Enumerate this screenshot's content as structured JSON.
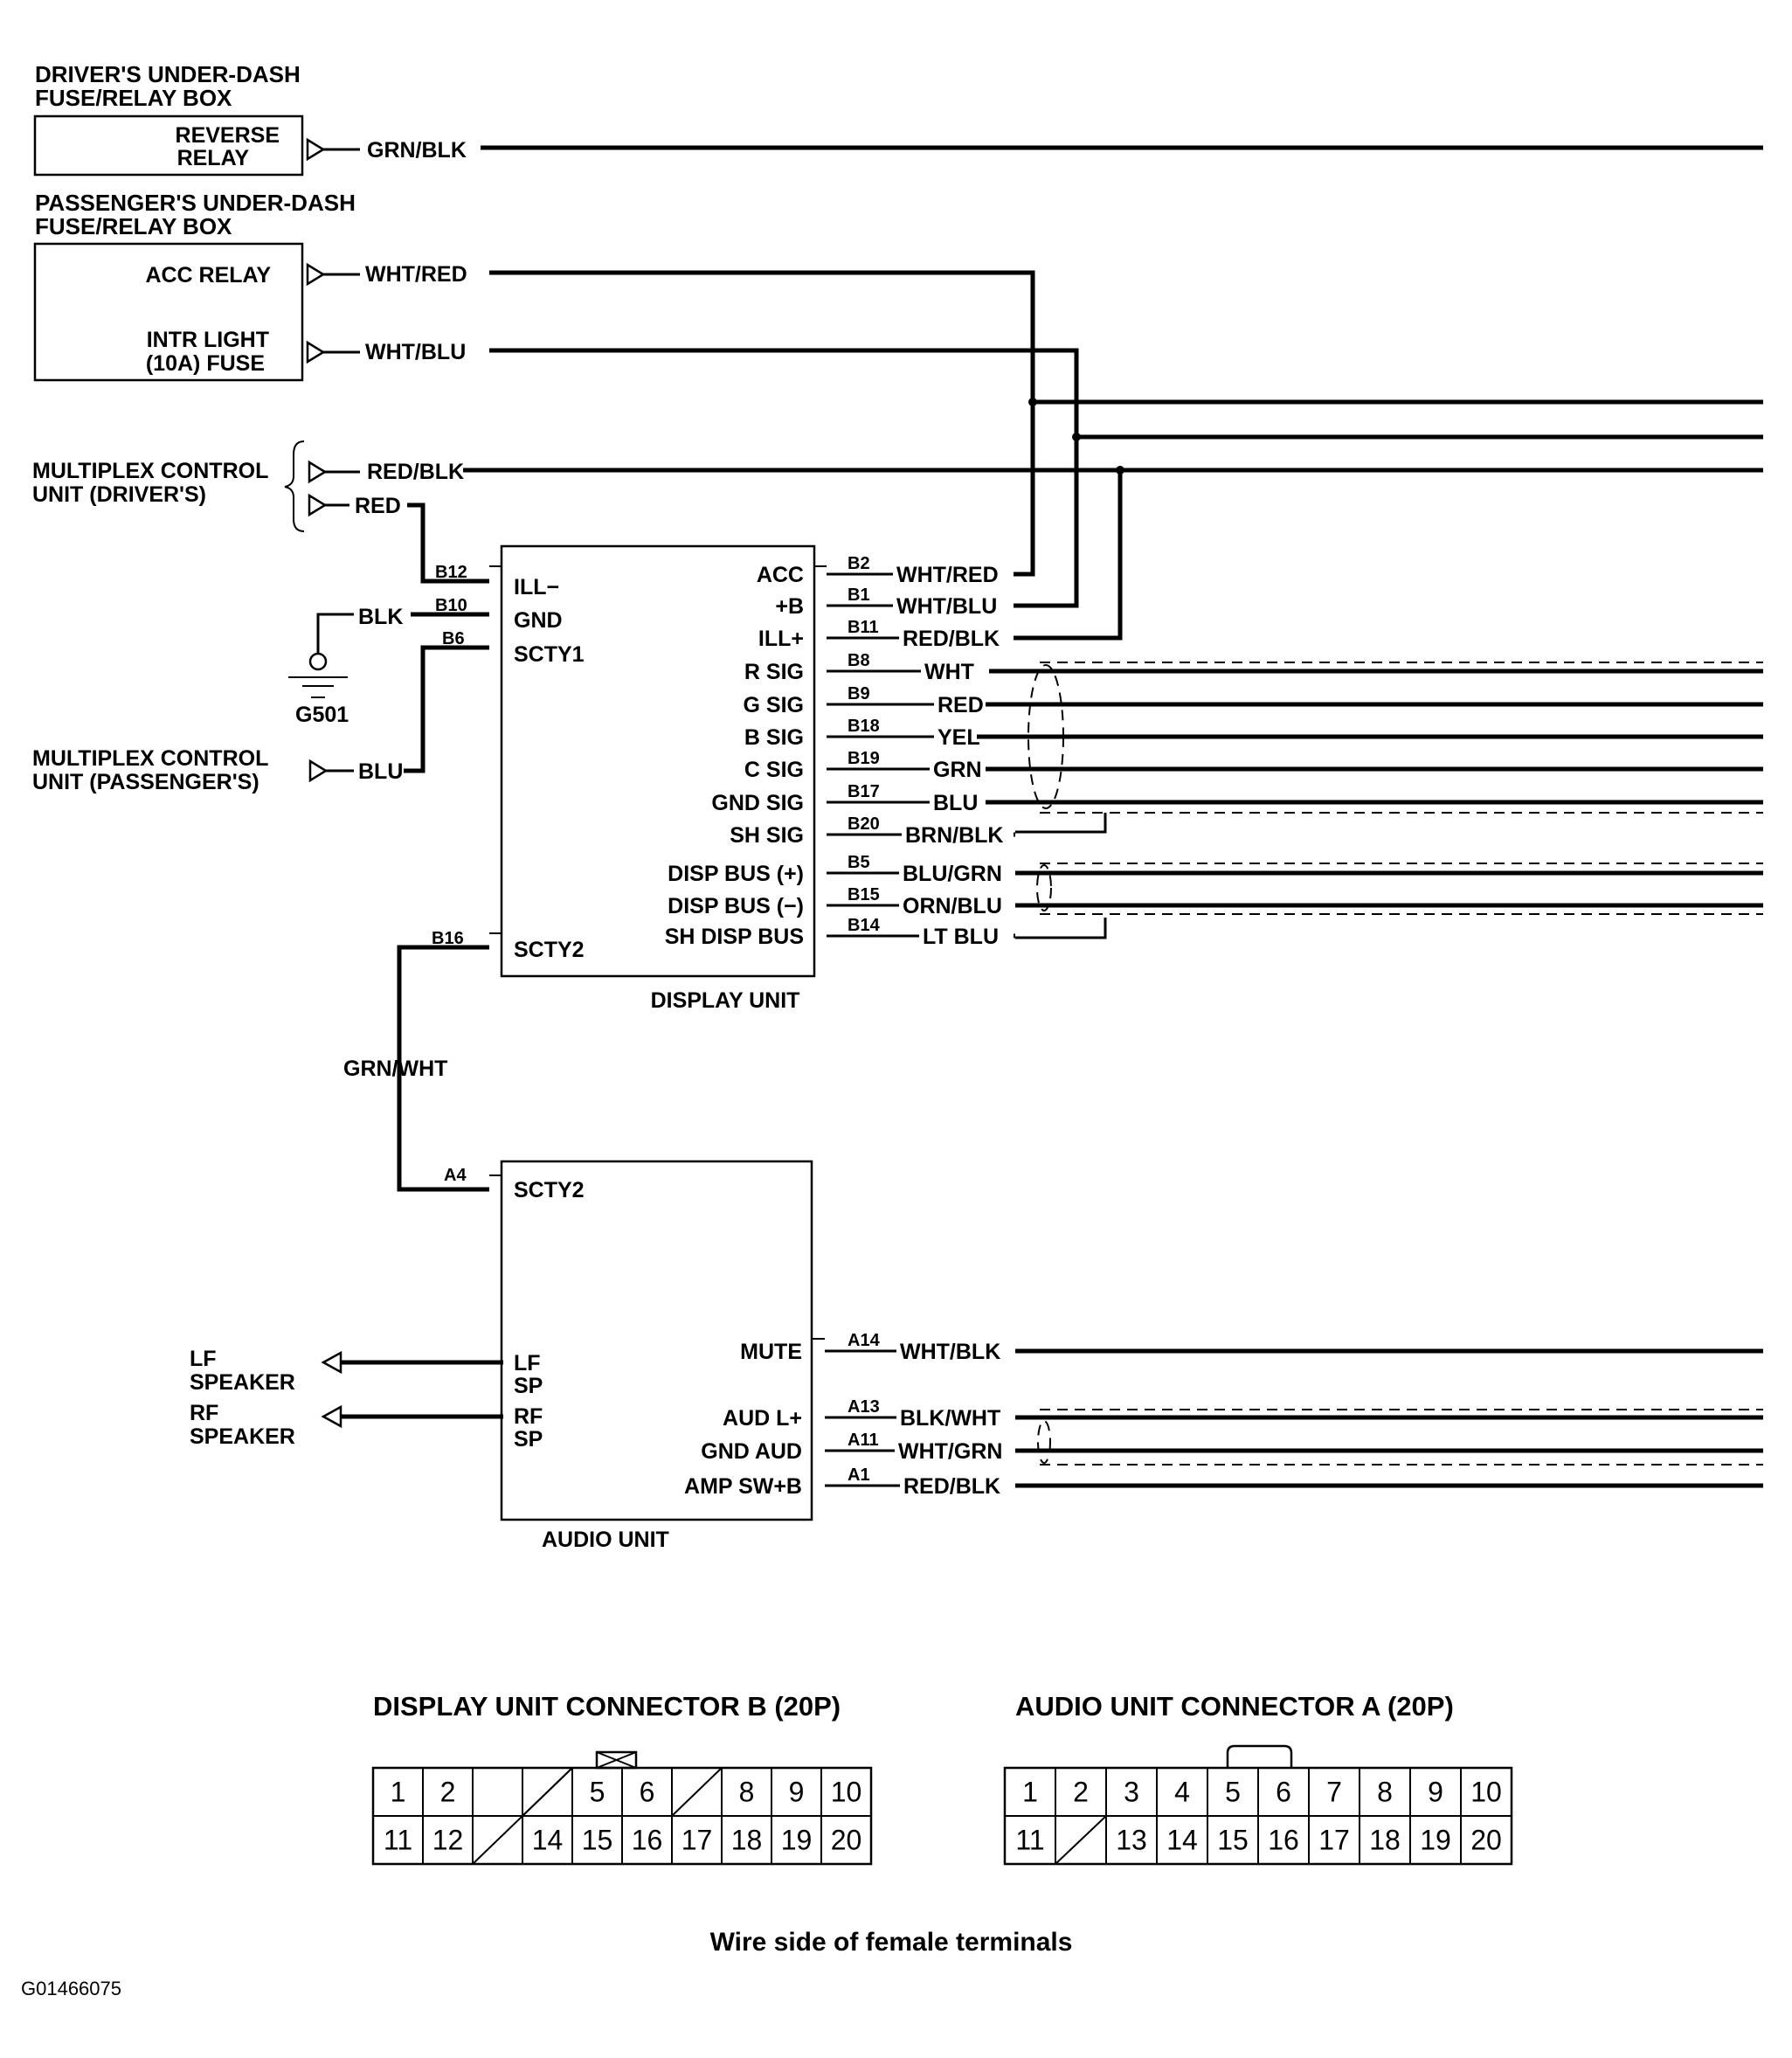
{
  "components": {
    "driver_box": {
      "title": "DRIVER'S UNDER-DASH",
      "title2": "FUSE/RELAY BOX",
      "reverse_relay_1": "REVERSE",
      "reverse_relay_2": "RELAY"
    },
    "passenger_box": {
      "title": "PASSENGER'S UNDER-DASH",
      "title2": "FUSE/RELAY BOX",
      "acc_relay": "ACC RELAY",
      "intr_light_1": "INTR LIGHT",
      "intr_light_2": "(10A) FUSE"
    },
    "mcu_driver": {
      "line1": "MULTIPLEX CONTROL",
      "line2": "UNIT (DRIVER'S)"
    },
    "mcu_passenger": {
      "line1": "MULTIPLEX CONTROL",
      "line2": "UNIT (PASSENGER'S)"
    },
    "ground": {
      "label": "G501"
    },
    "display_unit": {
      "name": "DISPLAY UNIT",
      "left_pins": [
        {
          "pin": "B12",
          "label": "ILL−"
        },
        {
          "pin": "B10",
          "label": "GND"
        },
        {
          "pin": "B6",
          "label": "SCTY1"
        },
        {
          "pin": "B16",
          "label": "SCTY2"
        }
      ],
      "right_pins": [
        {
          "pin": "B2",
          "label": "ACC",
          "wire": "WHT/RED"
        },
        {
          "pin": "B1",
          "label": "+B",
          "wire": "WHT/BLU"
        },
        {
          "pin": "B11",
          "label": "ILL+",
          "wire": "RED/BLK"
        },
        {
          "pin": "B8",
          "label": "R SIG",
          "wire": "WHT"
        },
        {
          "pin": "B9",
          "label": "G SIG",
          "wire": "RED"
        },
        {
          "pin": "B18",
          "label": "B SIG",
          "wire": "YEL"
        },
        {
          "pin": "B19",
          "label": "C SIG",
          "wire": "GRN"
        },
        {
          "pin": "B17",
          "label": "GND SIG",
          "wire": "BLU"
        },
        {
          "pin": "B20",
          "label": "SH SIG",
          "wire": "BRN/BLK"
        },
        {
          "pin": "B5",
          "label": "DISP BUS (+)",
          "wire": "BLU/GRN"
        },
        {
          "pin": "B15",
          "label": "DISP BUS (−)",
          "wire": "ORN/BLU"
        },
        {
          "pin": "B14",
          "label": "SH DISP BUS",
          "wire": "LT BLU"
        }
      ]
    },
    "audio_unit": {
      "name": "AUDIO UNIT",
      "left_pins": [
        {
          "pin": "A4",
          "label": "SCTY2"
        }
      ],
      "lf_sp_1": "LF",
      "lf_sp_2": "SP",
      "rf_sp_1": "RF",
      "rf_sp_2": "SP",
      "right_pins": [
        {
          "pin": "A14",
          "label": "MUTE",
          "wire": "WHT/BLK"
        },
        {
          "pin": "A13",
          "label": "AUD L+",
          "wire": "BLK/WHT"
        },
        {
          "pin": "A11",
          "label": "GND AUD",
          "wire": "WHT/GRN"
        },
        {
          "pin": "A1",
          "label": "AMP SW+B",
          "wire": "RED/BLK"
        }
      ]
    },
    "speakers": {
      "lf_1": "LF",
      "lf_2": "SPEAKER",
      "rf_1": "RF",
      "rf_2": "SPEAKER"
    }
  },
  "wires": {
    "reverse": "GRN/BLK",
    "acc": "WHT/RED",
    "intr": "WHT/BLU",
    "mcu_red_blk": "RED/BLK",
    "mcu_red": "RED",
    "gnd": "BLK",
    "mcu_pass": "BLU",
    "scty2": "GRN/WHT"
  },
  "connectors": {
    "display": {
      "title": "DISPLAY UNIT CONNECTOR B (20P)",
      "row1": [
        "1",
        "2",
        "",
        "",
        "5",
        "6",
        "",
        "8",
        "9",
        "10"
      ],
      "row2": [
        "11",
        "12",
        "",
        "14",
        "15",
        "16",
        "17",
        "18",
        "19",
        "20"
      ]
    },
    "audio": {
      "title": "AUDIO UNIT CONNECTOR A (20P)",
      "row1": [
        "1",
        "2",
        "3",
        "4",
        "5",
        "6",
        "7",
        "8",
        "9",
        "10"
      ],
      "row2": [
        "11",
        "",
        "13",
        "14",
        "15",
        "16",
        "17",
        "18",
        "19",
        "20"
      ]
    },
    "caption": "Wire side of female terminals"
  },
  "figure_id": "G01466075"
}
